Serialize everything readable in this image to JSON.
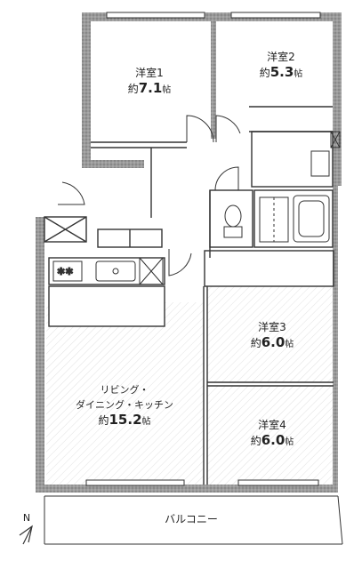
{
  "rooms": [
    {
      "id": "room1",
      "name": "洋室1",
      "prefix": "約",
      "value": "7.1",
      "unit": "帖"
    },
    {
      "id": "room2",
      "name": "洋室2",
      "prefix": "約",
      "value": "5.3",
      "unit": "帖"
    },
    {
      "id": "room3",
      "name": "洋室3",
      "prefix": "約",
      "value": "6.0",
      "unit": "帖"
    },
    {
      "id": "room4",
      "name": "洋室4",
      "prefix": "約",
      "value": "6.0",
      "unit": "帖"
    }
  ],
  "ldk": {
    "line1": "リビング・",
    "line2": "ダイニング・キッチン",
    "prefix": "約",
    "value": "15.2",
    "unit": "帖"
  },
  "balcony": {
    "label": "バルコニー"
  },
  "compass": {
    "label": "N"
  },
  "colors": {
    "wall": "#8c8c8c",
    "line": "#333333",
    "floor_hatch": "#dddddd"
  }
}
